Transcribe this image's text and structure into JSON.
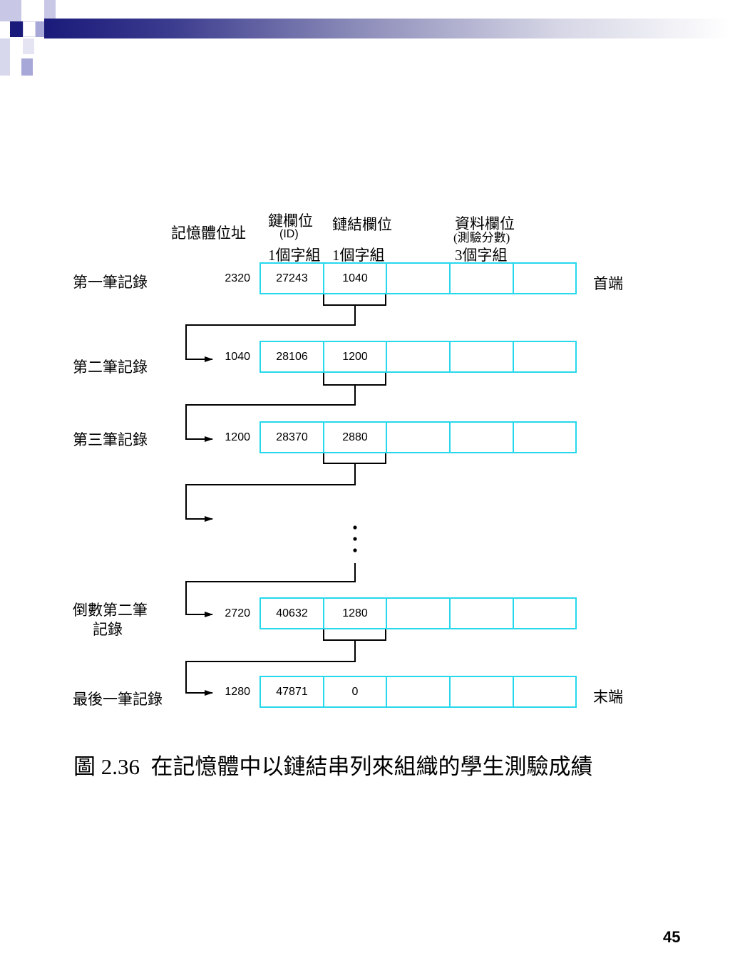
{
  "header_labels": {
    "address": "記憶體位址",
    "key_field": "鍵欄位",
    "key_field_sub": "(ID)",
    "key_field_size": "1個字組",
    "link_field": "鏈結欄位",
    "link_field_size": "1個字組",
    "data_field": "資料欄位",
    "data_field_sub": "(測驗分數)",
    "data_field_size": "3個字組"
  },
  "records": [
    {
      "label": "第一筆記錄",
      "address": "2320",
      "key": "27243",
      "link": "1040"
    },
    {
      "label": "第二筆記錄",
      "address": "1040",
      "key": "28106",
      "link": "1200"
    },
    {
      "label": "第三筆記錄",
      "address": "1200",
      "key": "28370",
      "link": "2880"
    },
    {
      "label_line1": "倒數第二筆",
      "label_line2": "記錄",
      "address": "2720",
      "key": "40632",
      "link": "1280"
    },
    {
      "label": "最後一筆記錄",
      "address": "1280",
      "key": "47871",
      "link": "0"
    }
  ],
  "end_labels": {
    "head": "首端",
    "tail": "末端"
  },
  "caption": "圖 2.36  在記憶體中以鏈結串列來組織的學生測驗成績",
  "page_number": "45",
  "colors": {
    "cell_border": "#26d8ec",
    "header_dark": "#1a1a7a",
    "deco_light": "#a8a8d8"
  }
}
